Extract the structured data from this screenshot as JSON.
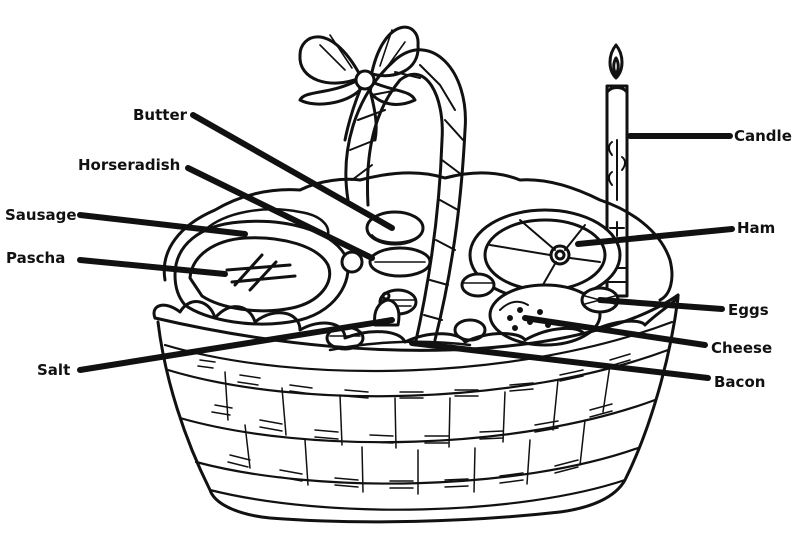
{
  "diagram": {
    "labels": {
      "butter": "Butter",
      "horseradish": "Horseradish",
      "sausage": "Sausage",
      "pascha": "Pascha",
      "salt": "Salt",
      "candle": "Candle",
      "ham": "Ham",
      "eggs": "Eggs",
      "cheese": "Cheese",
      "bacon": "Bacon"
    },
    "colors": {
      "ink": "#111111",
      "paper": "#ffffff"
    }
  }
}
